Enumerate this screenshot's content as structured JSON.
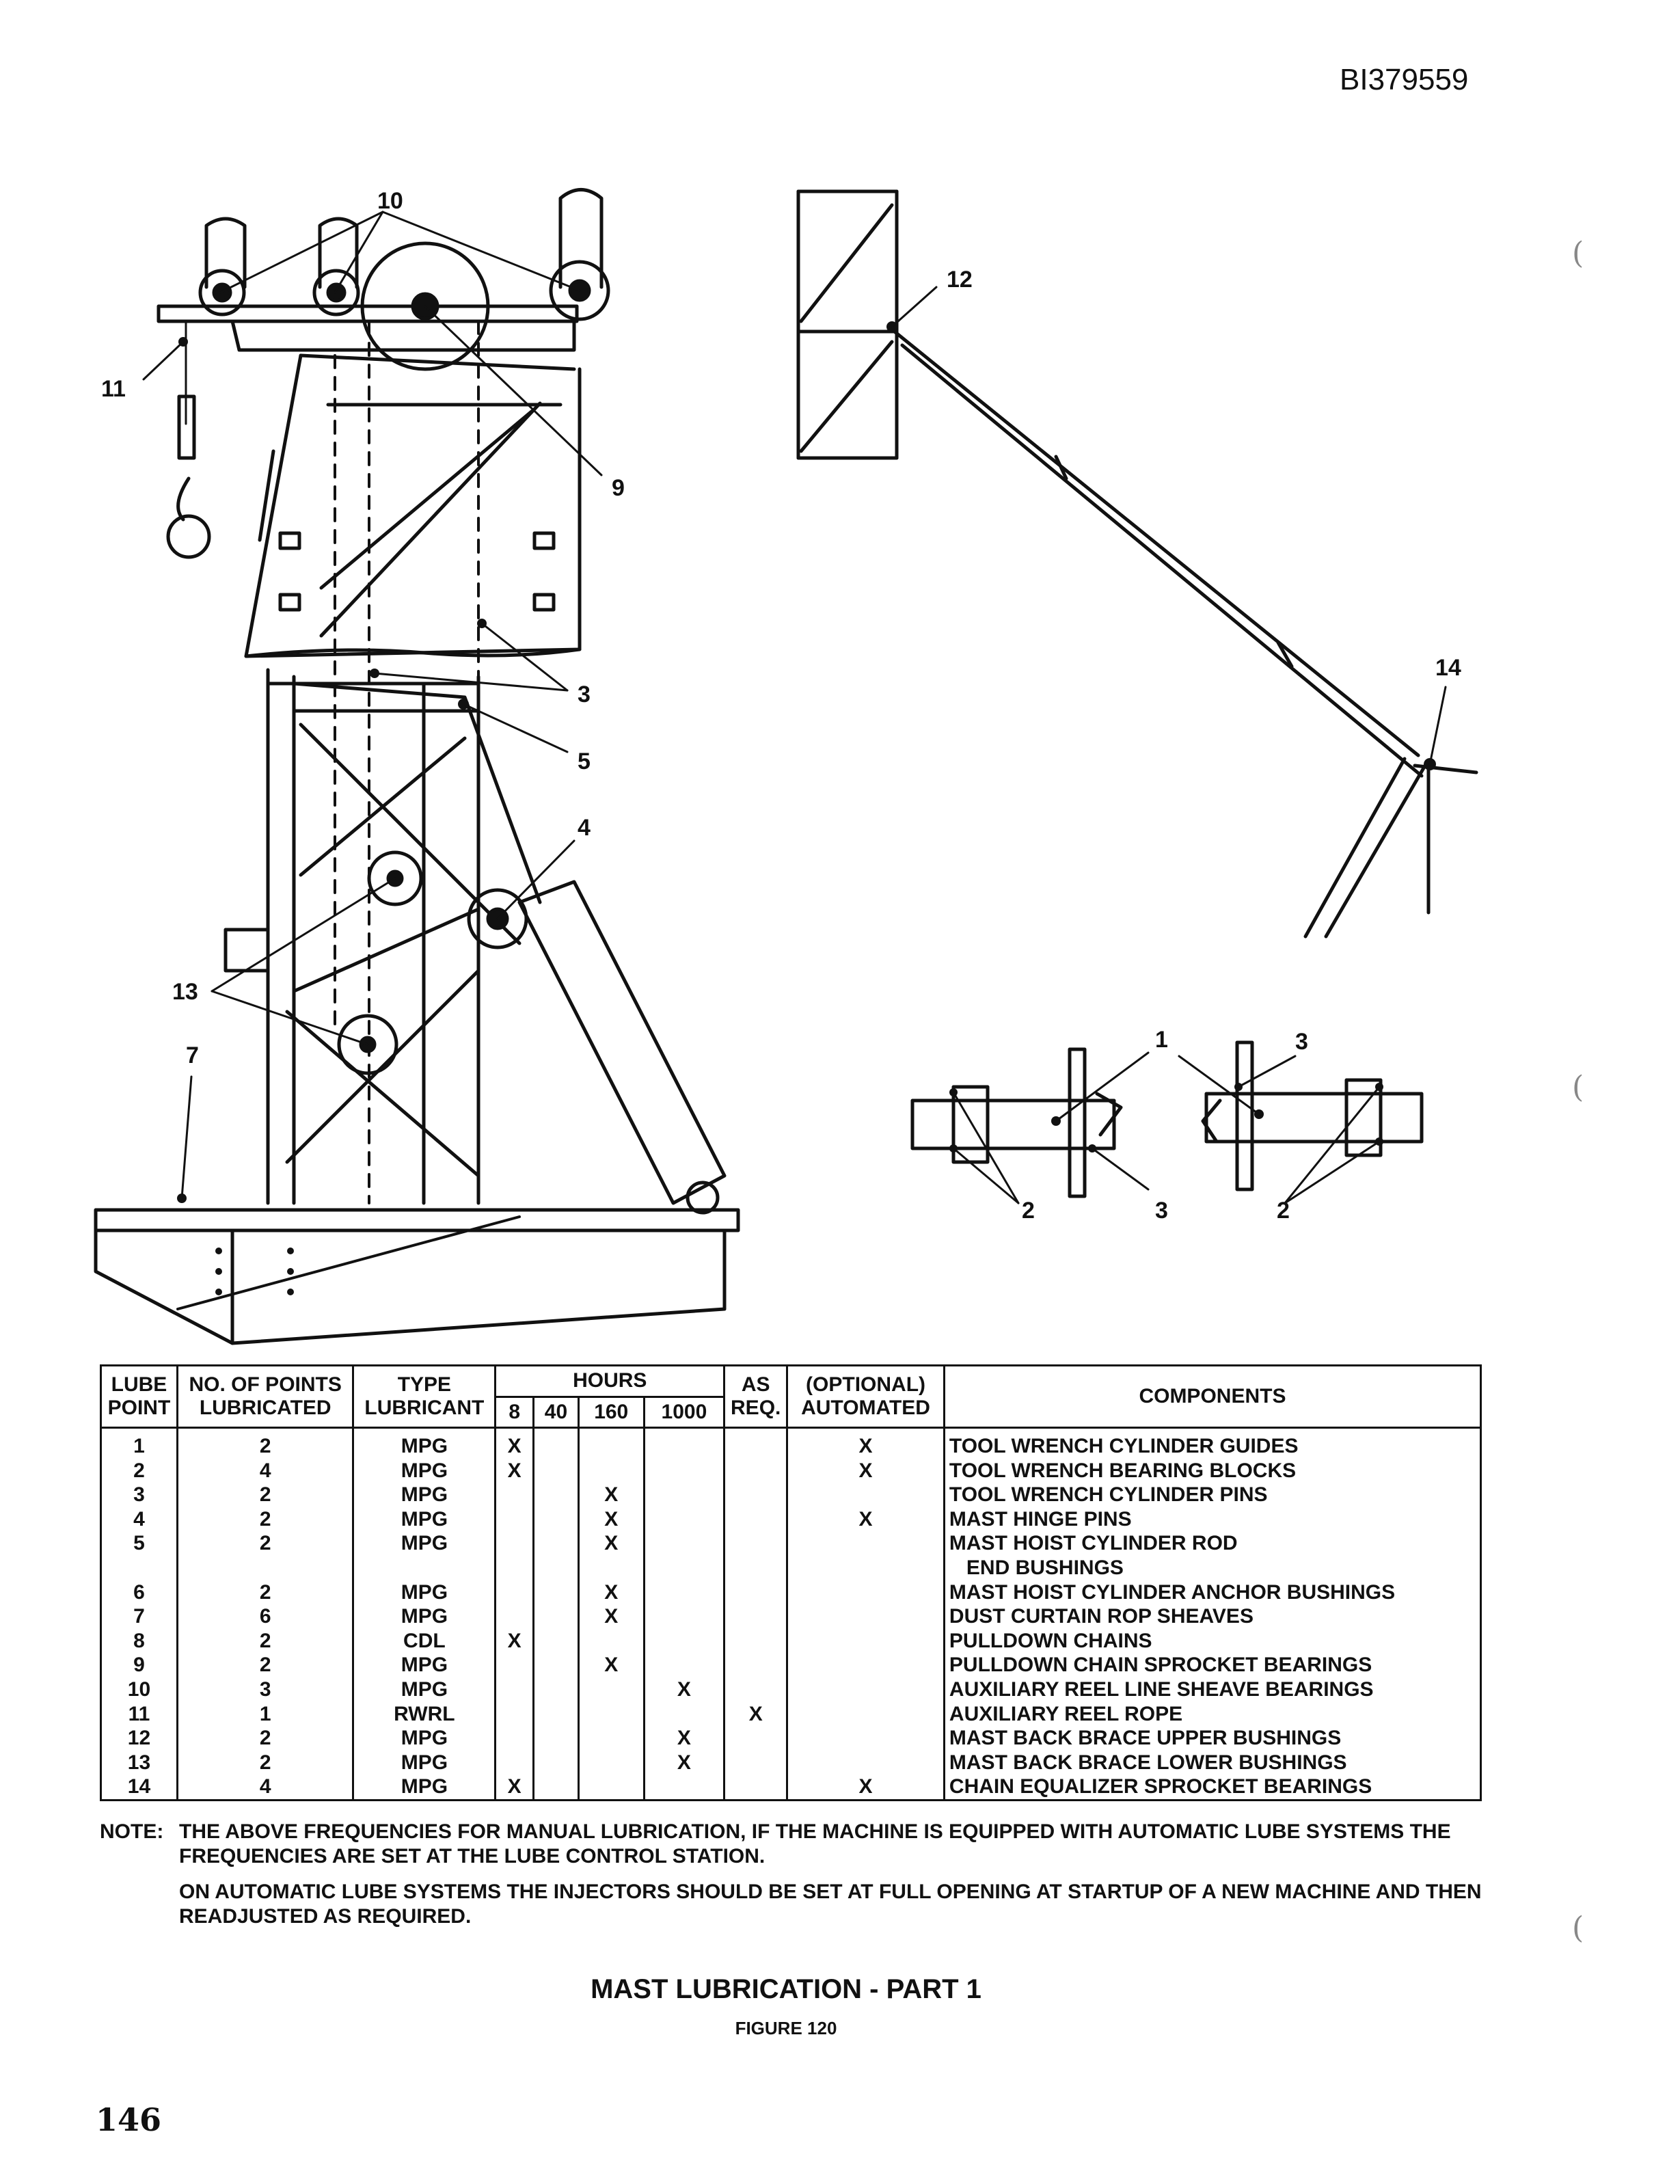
{
  "document_id": "BI379559",
  "callouts": [
    "1",
    "2",
    "3",
    "4",
    "5",
    "7",
    "9",
    "10",
    "11",
    "12",
    "13",
    "14"
  ],
  "table": {
    "headers": {
      "lube_point": [
        "LUBE",
        "POINT"
      ],
      "num_points": [
        "NO. OF POINTS",
        "LUBRICATED"
      ],
      "type": [
        "TYPE",
        "LUBRICANT"
      ],
      "hours": "HOURS",
      "hour_cols": [
        "8",
        "40",
        "160",
        "1000"
      ],
      "as_req": [
        "AS",
        "REQ."
      ],
      "optional": [
        "(OPTIONAL)",
        "AUTOMATED"
      ],
      "components": "COMPONENTS"
    },
    "rows": [
      {
        "point": "1",
        "count": "2",
        "type": "MPG",
        "h8": "X",
        "h40": "",
        "h160": "",
        "h1000": "",
        "asreq": "",
        "auto": "X",
        "component": "TOOL WRENCH CYLINDER GUIDES"
      },
      {
        "point": "2",
        "count": "4",
        "type": "MPG",
        "h8": "X",
        "h40": "",
        "h160": "",
        "h1000": "",
        "asreq": "",
        "auto": "X",
        "component": "TOOL WRENCH BEARING BLOCKS"
      },
      {
        "point": "3",
        "count": "2",
        "type": "MPG",
        "h8": "",
        "h40": "",
        "h160": "X",
        "h1000": "",
        "asreq": "",
        "auto": "",
        "component": "TOOL WRENCH CYLINDER PINS"
      },
      {
        "point": "4",
        "count": "2",
        "type": "MPG",
        "h8": "",
        "h40": "",
        "h160": "X",
        "h1000": "",
        "asreq": "",
        "auto": "X",
        "component": "MAST HINGE PINS"
      },
      {
        "point": "5",
        "count": "2",
        "type": "MPG",
        "h8": "",
        "h40": "",
        "h160": "X",
        "h1000": "",
        "asreq": "",
        "auto": "",
        "component": "MAST HOIST CYLINDER ROD"
      },
      {
        "point": "",
        "count": "",
        "type": "",
        "h8": "",
        "h40": "",
        "h160": "",
        "h1000": "",
        "asreq": "",
        "auto": "",
        "component": "   END BUSHINGS"
      },
      {
        "point": "6",
        "count": "2",
        "type": "MPG",
        "h8": "",
        "h40": "",
        "h160": "X",
        "h1000": "",
        "asreq": "",
        "auto": "",
        "component": "MAST HOIST CYLINDER ANCHOR BUSHINGS"
      },
      {
        "point": "7",
        "count": "6",
        "type": "MPG",
        "h8": "",
        "h40": "",
        "h160": "X",
        "h1000": "",
        "asreq": "",
        "auto": "",
        "component": "DUST CURTAIN ROP SHEAVES"
      },
      {
        "point": "8",
        "count": "2",
        "type": "CDL",
        "h8": "X",
        "h40": "",
        "h160": "",
        "h1000": "",
        "asreq": "",
        "auto": "",
        "component": "PULLDOWN CHAINS"
      },
      {
        "point": "9",
        "count": "2",
        "type": "MPG",
        "h8": "",
        "h40": "",
        "h160": "X",
        "h1000": "",
        "asreq": "",
        "auto": "",
        "component": "PULLDOWN CHAIN SPROCKET BEARINGS"
      },
      {
        "point": "10",
        "count": "3",
        "type": "MPG",
        "h8": "",
        "h40": "",
        "h160": "",
        "h1000": "X",
        "asreq": "",
        "auto": "",
        "component": "AUXILIARY REEL LINE SHEAVE BEARINGS"
      },
      {
        "point": "11",
        "count": "1",
        "type": "RWRL",
        "h8": "",
        "h40": "",
        "h160": "",
        "h1000": "",
        "asreq": "X",
        "auto": "",
        "component": "AUXILIARY REEL ROPE"
      },
      {
        "point": "12",
        "count": "2",
        "type": "MPG",
        "h8": "",
        "h40": "",
        "h160": "",
        "h1000": "X",
        "asreq": "",
        "auto": "",
        "component": "MAST BACK BRACE UPPER BUSHINGS"
      },
      {
        "point": "13",
        "count": "2",
        "type": "MPG",
        "h8": "",
        "h40": "",
        "h160": "",
        "h1000": "X",
        "asreq": "",
        "auto": "",
        "component": "MAST BACK BRACE LOWER BUSHINGS"
      },
      {
        "point": "14",
        "count": "4",
        "type": "MPG",
        "h8": "X",
        "h40": "",
        "h160": "",
        "h1000": "",
        "asreq": "",
        "auto": "X",
        "component": "CHAIN EQUALIZER SPROCKET BEARINGS"
      }
    ]
  },
  "note": {
    "label": "NOTE:",
    "line1": "THE ABOVE FREQUENCIES FOR MANUAL LUBRICATION, IF THE MACHINE IS EQUIPPED WITH AUTOMATIC LUBE SYSTEMS THE FREQUENCIES ARE SET AT THE LUBE CONTROL STATION.",
    "line2": "ON AUTOMATIC LUBE SYSTEMS THE INJECTORS SHOULD BE SET AT FULL OPENING AT STARTUP OF A NEW MACHINE AND THEN READJUSTED AS REQUIRED."
  },
  "figure_title": "MAST LUBRICATION - PART 1",
  "figure_number": "FIGURE 120",
  "page_number": "146"
}
